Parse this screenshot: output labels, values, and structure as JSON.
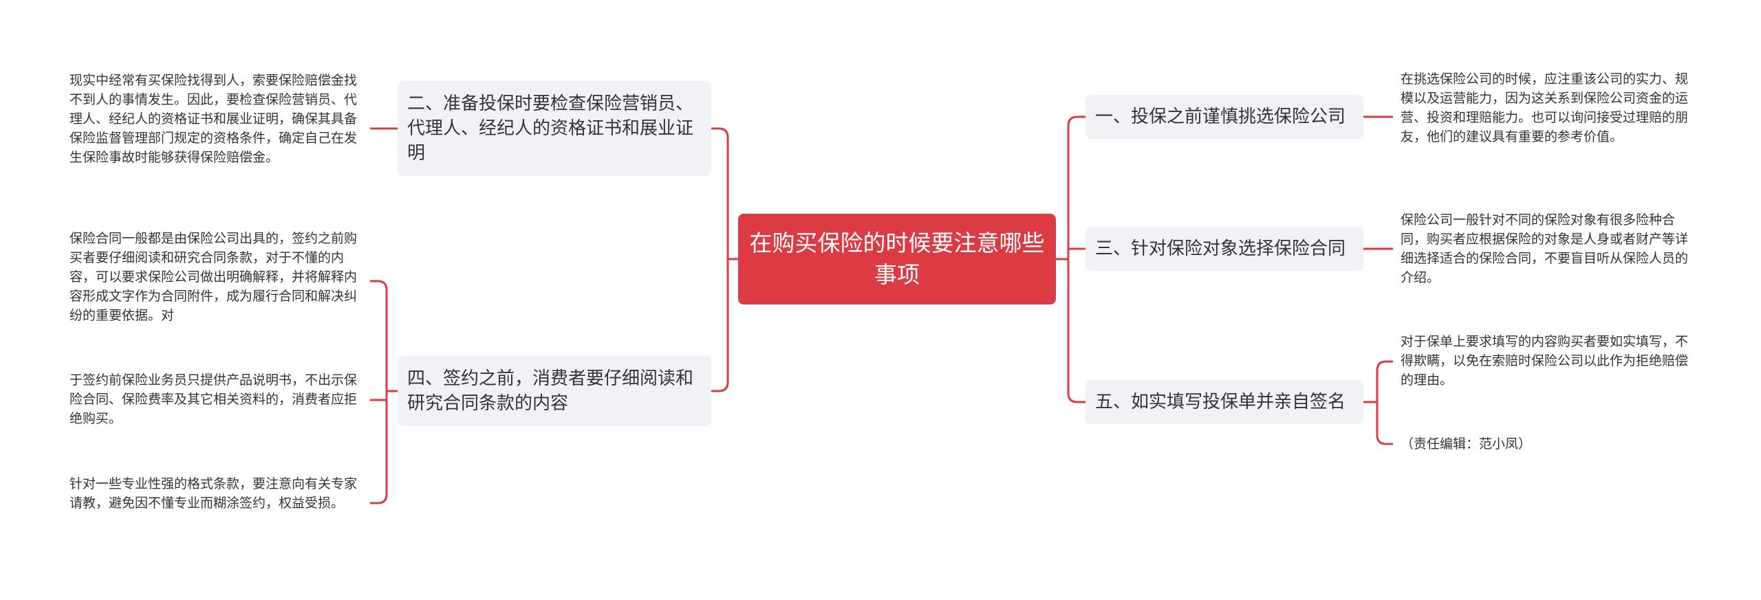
{
  "root": {
    "title": "在购买保险的时候要注意哪些事项"
  },
  "colors": {
    "accent": "#dc3b44",
    "branch_bg": "#f0f2f5",
    "line": "#dc3b44",
    "text": "#333333"
  },
  "left": [
    {
      "label": "二、准备投保时要检查保险营销员、代理人、经纪人的资格证书和展业证明",
      "notes": [
        "现实中经常有买保险找得到人，索要保险赔偿金找不到人的事情发生。因此，要检查保险营销员、代理人、经纪人的资格证书和展业证明，确保其具备保险监督管理部门规定的资格条件，确定自己在发生保险事故时能够获得保险赔偿金。"
      ]
    },
    {
      "label": "四、签约之前，消费者要仔细阅读和研究合同条款的内容",
      "notes": [
        "保险合同一般都是由保险公司出具的，签约之前购买者要仔细阅读和研究合同条款，对于不懂的内容，可以要求保险公司做出明确解释，并将解释内容形成文字作为合同附件，成为履行合同和解决纠纷的重要依据。对",
        "于签约前保险业务员只提供产品说明书，不出示保险合同、保险费率及其它相关资料的，消费者应拒绝购买。",
        "针对一些专业性强的格式条款，要注意向有关专家请教，避免因不懂专业而糊涂签约，权益受损。"
      ]
    }
  ],
  "right": [
    {
      "label": "一、投保之前谨慎挑选保险公司",
      "notes": [
        "在挑选保险公司的时候，应注重该公司的实力、规模以及运营能力，因为这关系到保险公司资金的运营、投资和理赔能力。也可以询问接受过理赔的朋友，他们的建议具有重要的参考价值。"
      ]
    },
    {
      "label": "三、针对保险对象选择保险合同",
      "notes": [
        "保险公司一般针对不同的保险对象有很多险种合同，购买者应根据保险的对象是人身或者财产等详细选择适合的保险合同，不要盲目听从保险人员的介绍。"
      ]
    },
    {
      "label": "五、如实填写投保单并亲自签名",
      "notes": [
        "对于保单上要求填写的内容购买者要如实填写，不得欺瞒，以免在索赔时保险公司以此作为拒绝赔偿的理由。",
        "（责任编辑：范小凤）"
      ]
    }
  ]
}
